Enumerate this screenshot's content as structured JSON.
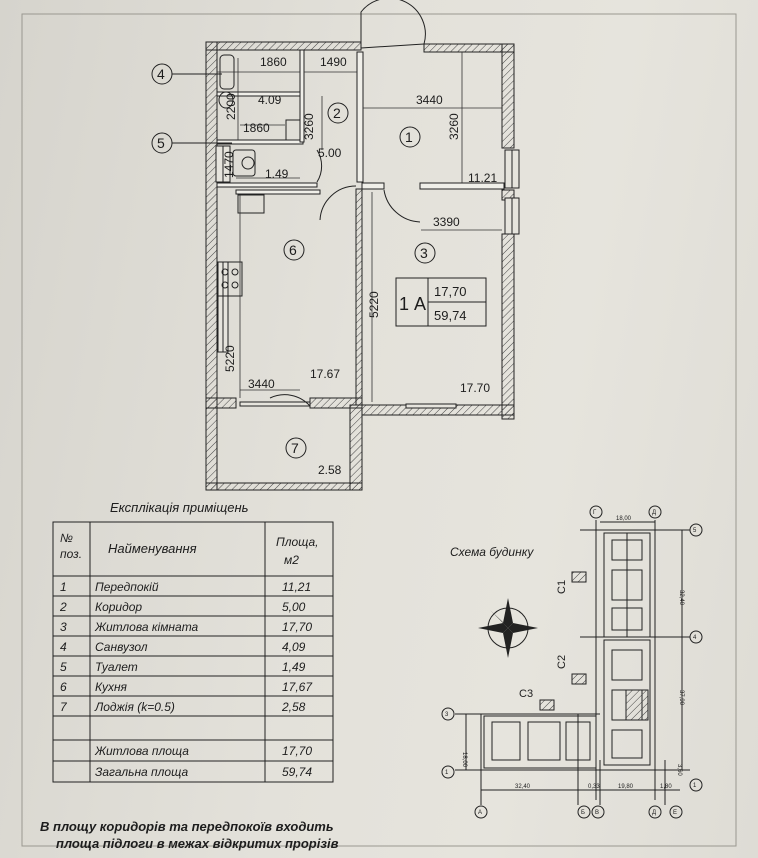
{
  "plan": {
    "apt_code": "1 А",
    "apt_living_area": "17,70",
    "apt_total_area": "59,74",
    "markers": [
      "1",
      "2",
      "3",
      "4",
      "5",
      "6",
      "7"
    ],
    "dims": {
      "top_left": "1860",
      "top_mid": "1490",
      "bath_inner": "1860",
      "bath_side": "2200",
      "corridor_h": "3260",
      "hall_w": "3440",
      "hall_h": "3260",
      "wc_side": "1470",
      "living_w": "3390",
      "living_h": "5220",
      "kitchen_h": "5220",
      "kitchen_w": "3440"
    },
    "areas": {
      "bath": "4.09",
      "corridor": "5.00",
      "wc": "1.49",
      "hall": "11.21",
      "kitchen": "17.67",
      "living": "17.70",
      "loggia": "2.58"
    }
  },
  "table": {
    "title": "Експлікація приміщень",
    "header": {
      "no_line1": "№",
      "no_line2": "поз.",
      "name": "Найменування",
      "area_line1": "Площа,",
      "area_line2": "м2"
    },
    "rows": [
      {
        "no": "1",
        "name": "Передпокій",
        "area": "11,21"
      },
      {
        "no": "2",
        "name": "Коридор",
        "area": "5,00"
      },
      {
        "no": "3",
        "name": "Житлова кімната",
        "area": "17,70"
      },
      {
        "no": "4",
        "name": "Санвузол",
        "area": "4,09"
      },
      {
        "no": "5",
        "name": "Туалет",
        "area": "1,49"
      },
      {
        "no": "6",
        "name": "Кухня",
        "area": "17,67"
      },
      {
        "no": "7",
        "name": "Лоджія (k=0.5)",
        "area": "2,58"
      }
    ],
    "living_label": "Житлова площа",
    "living_value": "17,70",
    "total_label": "Загальна площа",
    "total_value": "59,74"
  },
  "scheme": {
    "title": "Схема будинку",
    "sections": [
      "С1",
      "С2",
      "С3"
    ],
    "axes_top": [
      "Г",
      "Д"
    ],
    "axes_bottom": [
      "А",
      "Б",
      "В",
      "Д",
      "Е"
    ],
    "axes_right": [
      "5",
      "4",
      "1"
    ],
    "axes_left": [
      "3",
      "1"
    ],
    "dims": {
      "top": "18,00",
      "right_upper": "32,40",
      "right_lower": "37,90",
      "left": "18,00",
      "bottom_a": "32,40",
      "bottom_b": "0,33",
      "bottom_c": "19,80",
      "bottom_d": "1,80",
      "bottom_e": "3,60"
    }
  },
  "note": {
    "line1": "В площу коридорів та передпокоїв входить",
    "line2": "площа підлоги в межах відкритих прорізів"
  }
}
